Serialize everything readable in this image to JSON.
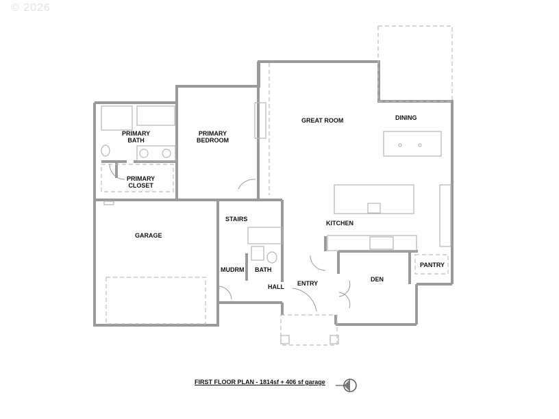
{
  "watermark": "© 2026",
  "plan": {
    "caption": "FIRST FLOOR PLAN  - 1814sf + 406 sf garage",
    "north_arrow": "north-arrow-icon",
    "colors": {
      "wall": "#9a9a9a",
      "line": "#b5b5b5",
      "text": "#111111",
      "dash": "#bdbdbd"
    },
    "rooms": [
      {
        "id": "primary-bath",
        "label": "PRIMARY\nBATH"
      },
      {
        "id": "primary-bedroom",
        "label": "PRIMARY\nBEDROOM"
      },
      {
        "id": "primary-closet",
        "label": "PRIMARY\nCLOSET"
      },
      {
        "id": "great-room",
        "label": "GREAT ROOM"
      },
      {
        "id": "dining",
        "label": "DINING"
      },
      {
        "id": "garage",
        "label": "GARAGE"
      },
      {
        "id": "stairs",
        "label": "STAIRS"
      },
      {
        "id": "kitchen",
        "label": "KITCHEN"
      },
      {
        "id": "mudroom",
        "label": "MUDRM"
      },
      {
        "id": "bath",
        "label": "BATH"
      },
      {
        "id": "hall",
        "label": "HALL"
      },
      {
        "id": "entry",
        "label": "ENTRY"
      },
      {
        "id": "den",
        "label": "DEN"
      },
      {
        "id": "pantry",
        "label": "PANTRY"
      }
    ]
  }
}
